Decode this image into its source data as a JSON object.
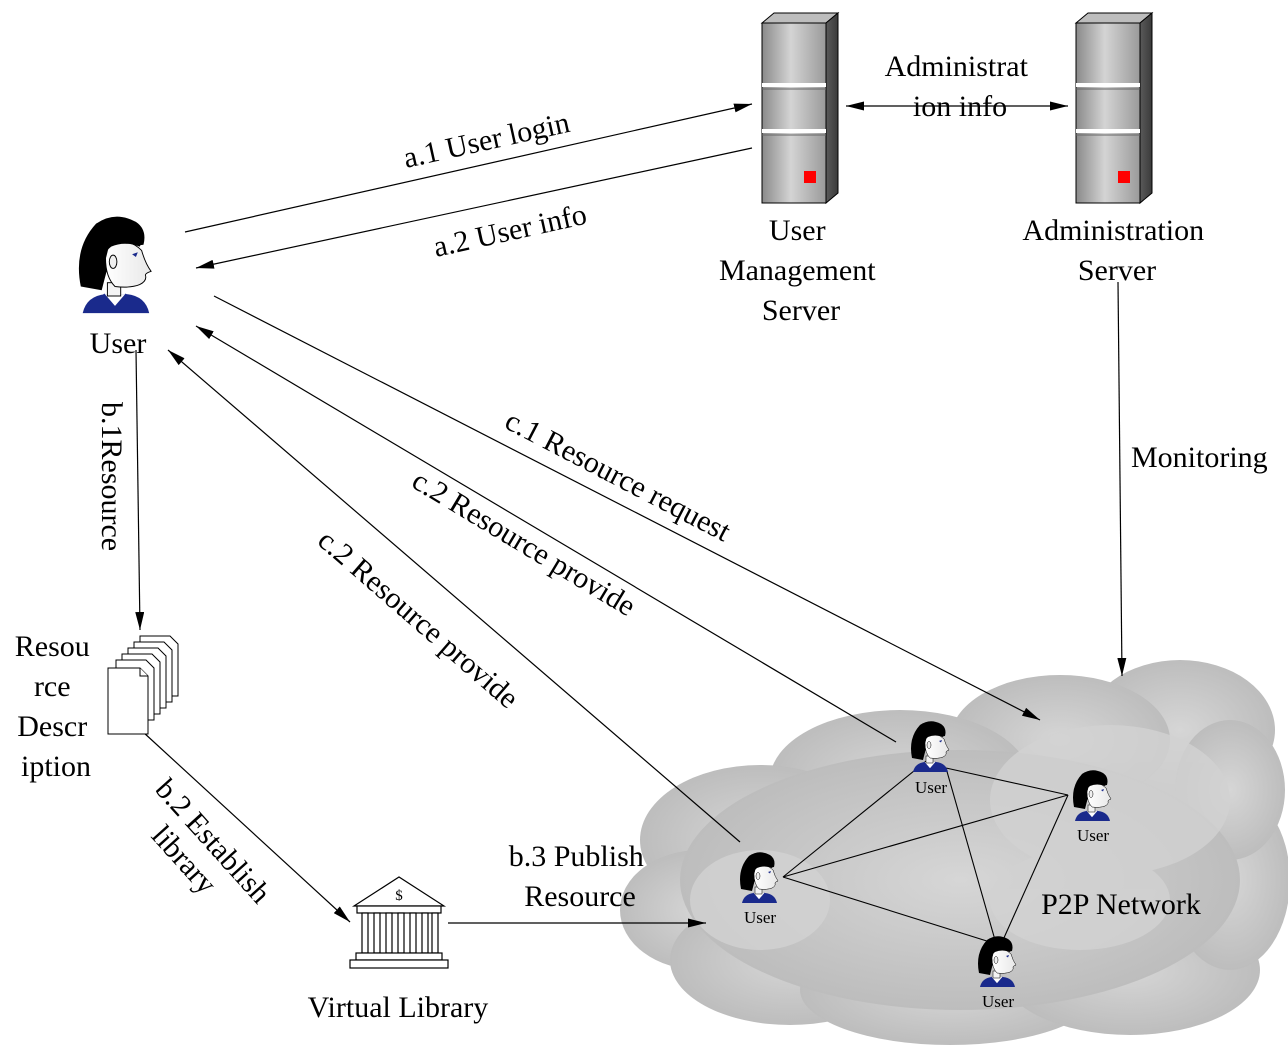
{
  "nodes": {
    "user_main": "User",
    "user_mgmt_server": [
      "User",
      "Management",
      "Server"
    ],
    "admin_server": [
      "Administration",
      "Server"
    ],
    "resource_description": [
      "Resou",
      "rce",
      "Descr",
      "iption"
    ],
    "virtual_library": "Virtual Library",
    "p2p_network": "P2P Network",
    "p2p_user_1": "User",
    "p2p_user_2": "User",
    "p2p_user_3": "User",
    "p2p_user_4": "User"
  },
  "edges": {
    "a1": "a.1 User login",
    "a2": "a.2 User info",
    "admin_info": [
      "Administrat",
      "ion info"
    ],
    "monitoring": "Monitoring",
    "b1": "b.1Resource",
    "b2": [
      "b.2 Establish",
      "library"
    ],
    "b3": [
      "b.3 Publish",
      "Resource"
    ],
    "c1": "c.1 Resource request",
    "c2a": "c.2 Resource provide",
    "c2b": "c.2 Resource provide"
  },
  "colors": {
    "server_indicator": "#ff0000",
    "shirt": "#1a2a8c",
    "hair": "#000000",
    "cloud": "#c8c8c8"
  }
}
